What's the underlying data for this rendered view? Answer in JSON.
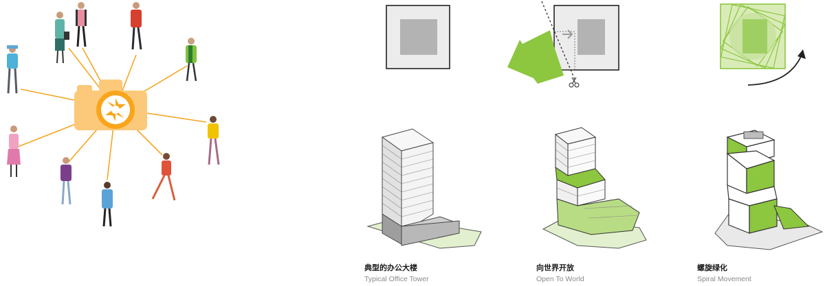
{
  "panels": [
    {
      "key": "typical",
      "title_zh": "典型的办公大楼",
      "title_en": "Typical Office Tower"
    },
    {
      "key": "open",
      "title_zh": "向世界开放",
      "title_en": "Open To World"
    },
    {
      "key": "spiral",
      "title_zh": "螺旋绿化",
      "title_en": "Spiral Movement"
    }
  ],
  "colors": {
    "green": "#8dc63f",
    "light_green": "#d9ecb8",
    "gray_light": "#ececec",
    "gray_mid": "#b3b3b3",
    "camera_orange": "#f9b233",
    "camera_body": "#fcc97a",
    "ray_orange": "#f5a623"
  },
  "icons": [
    "camera-icon",
    "scissors-icon",
    "arrow-icon",
    "person-icon"
  ]
}
